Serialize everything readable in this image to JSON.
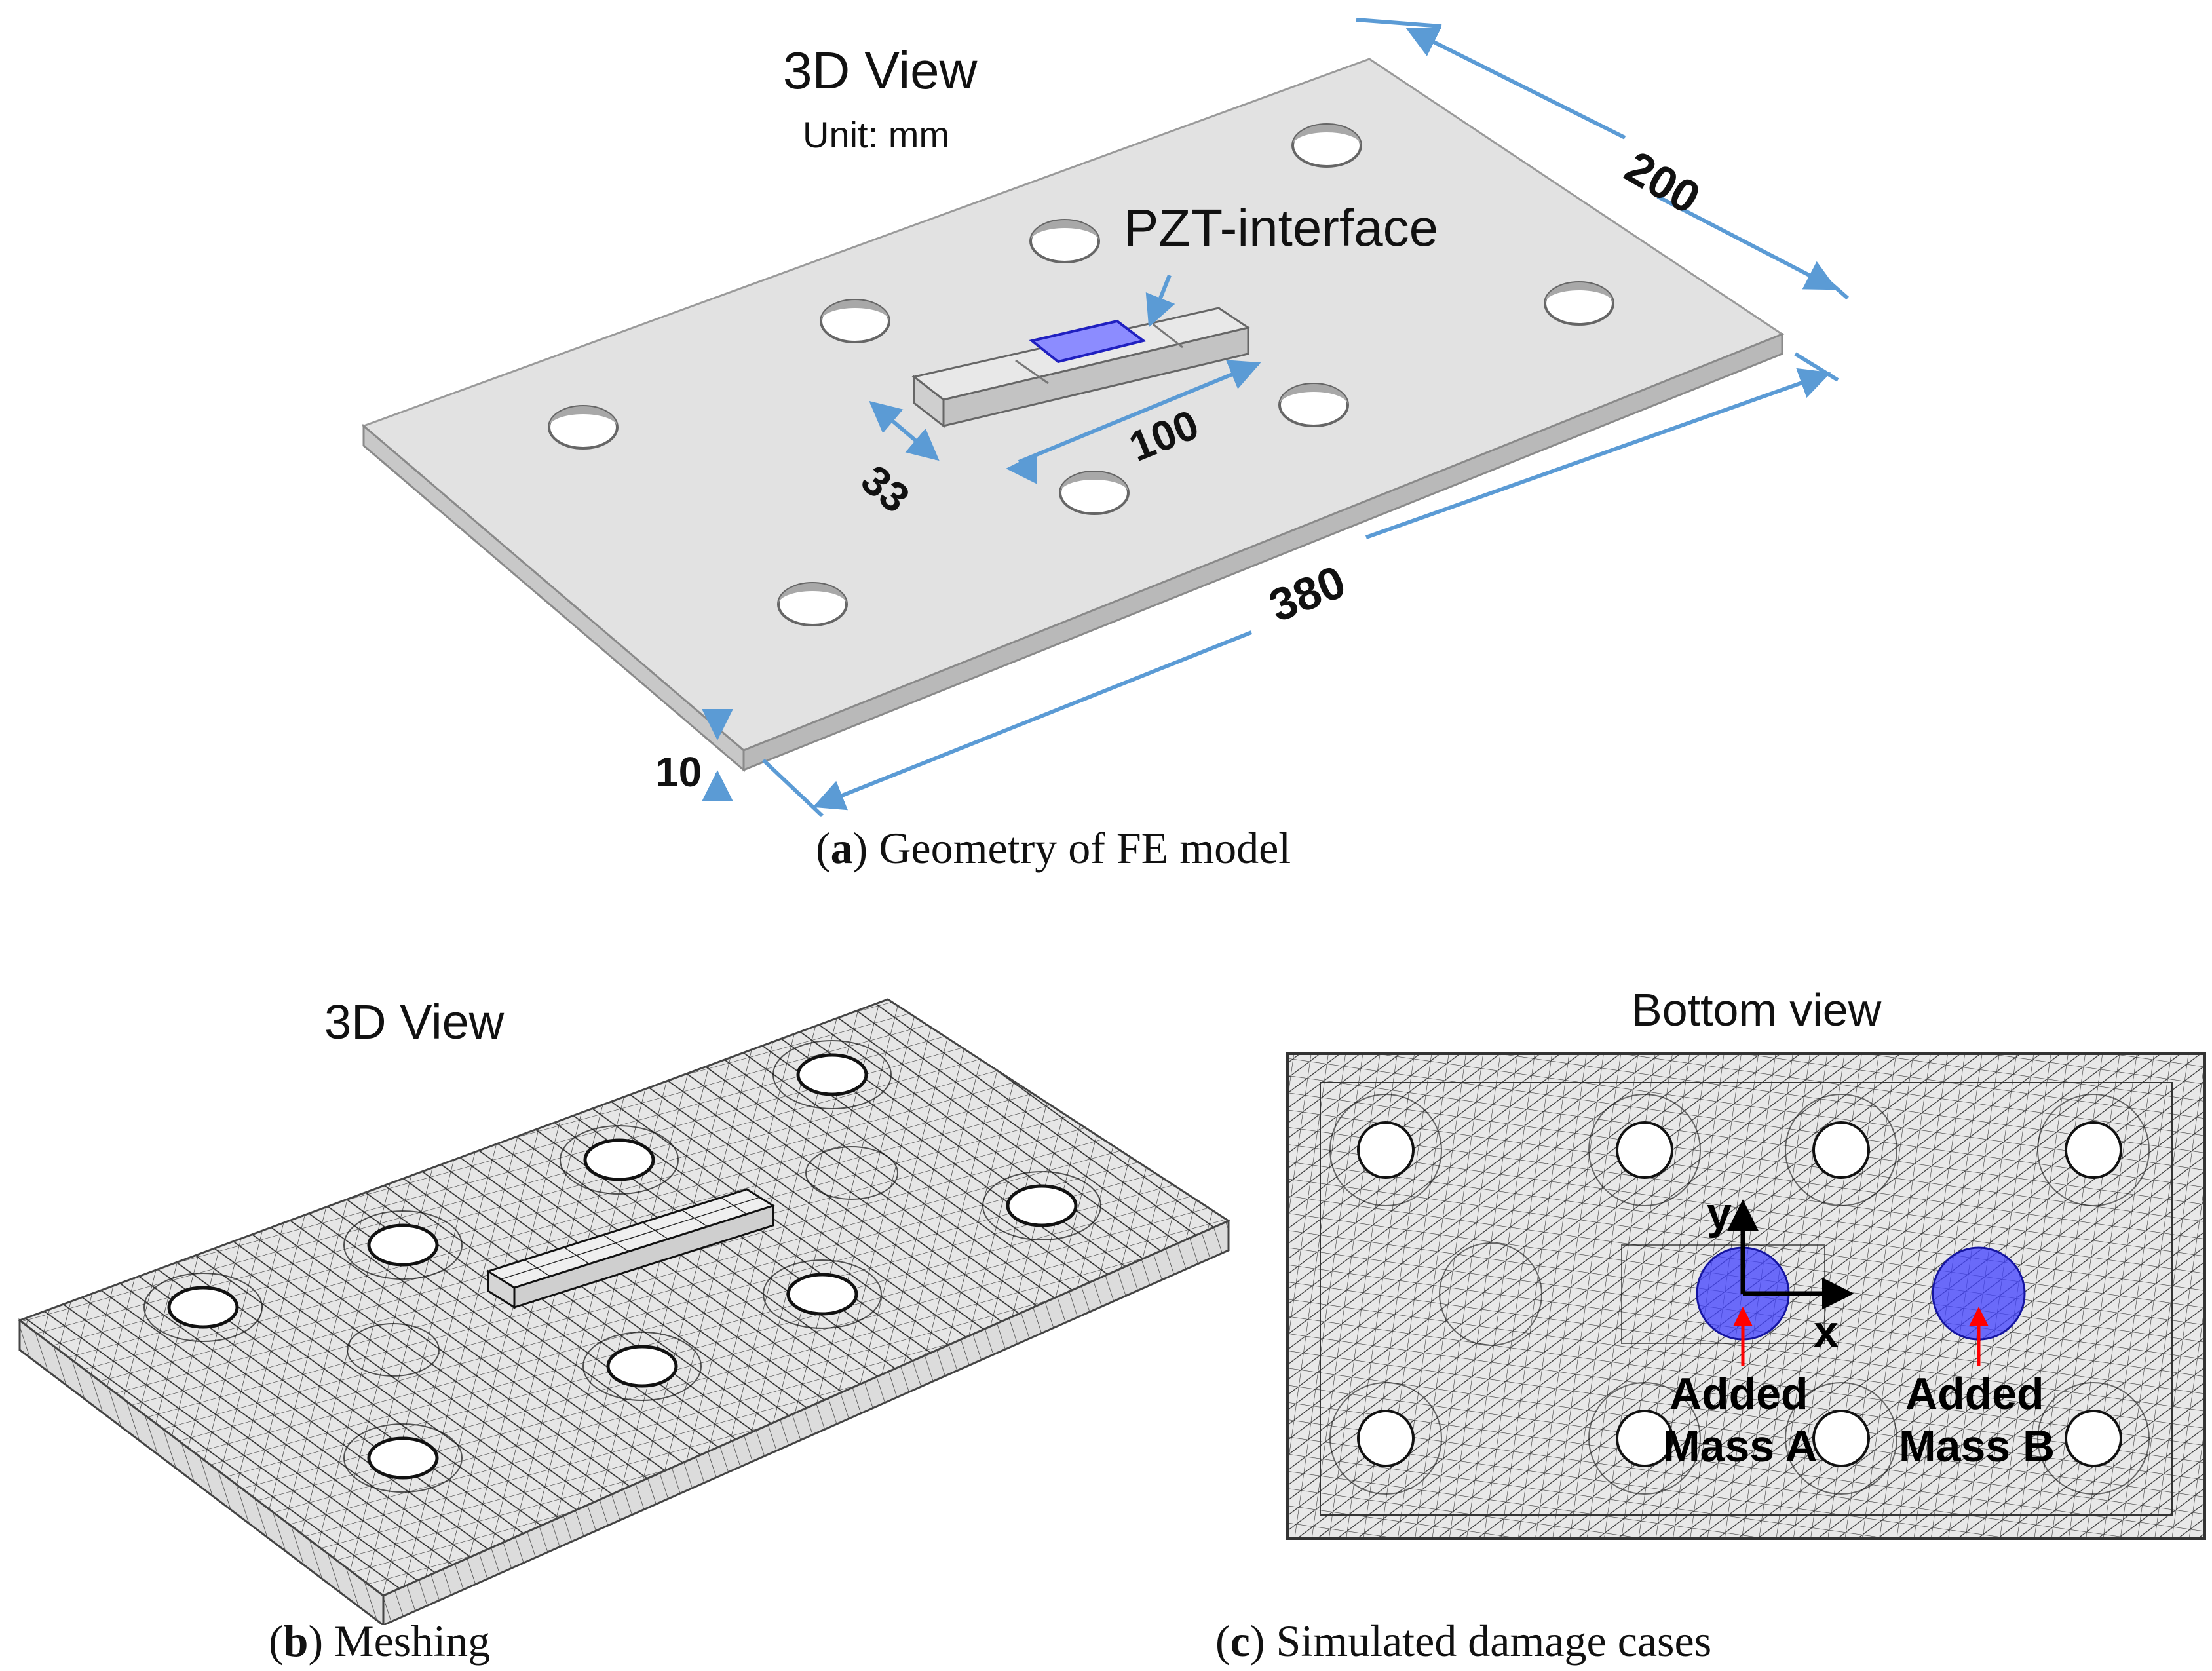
{
  "panel_a": {
    "title": "3D View",
    "unit": "Unit: mm",
    "callout": "PZT-interface",
    "dims": {
      "length": "380",
      "width": "200",
      "thickness": "10",
      "pzt_length": "100",
      "pzt_width": "33"
    },
    "caption_letter": "a",
    "caption_text": "Geometry of FE model"
  },
  "panel_b": {
    "title": "3D View",
    "caption_letter": "b",
    "caption_text": "Meshing"
  },
  "panel_c": {
    "title": "Bottom view",
    "axis_y": "y",
    "axis_x": "x",
    "mass_a_line1": "Added",
    "mass_a_line2": "Mass A",
    "mass_b_line1": "Added",
    "mass_b_line2": "Mass B",
    "caption_letter": "c",
    "caption_text": "Simulated damage cases"
  },
  "colors": {
    "plate_top": "#e2e2e2",
    "plate_side": "#c6c6c6",
    "dimension": "#5b9bd5",
    "pzt_patch": "#8c8cff",
    "added_mass": "#4040ff",
    "arrow_red": "#ff0000",
    "mesh_line": "#1a1a1a"
  }
}
